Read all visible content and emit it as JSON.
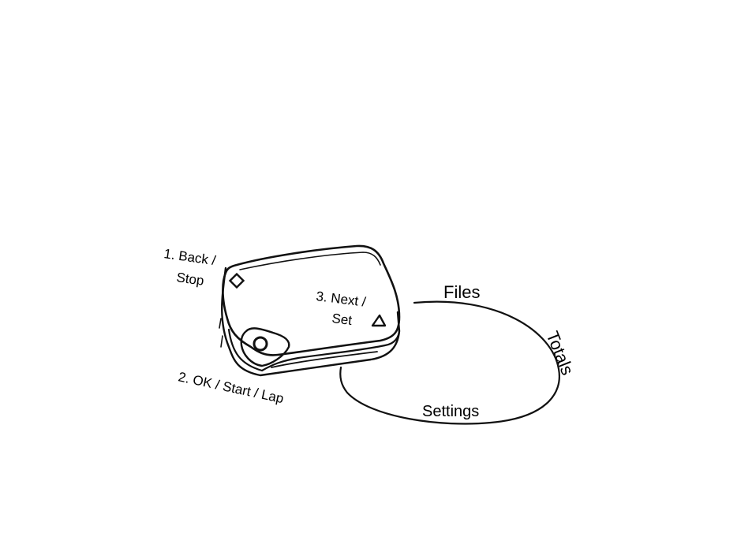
{
  "device": {
    "buttons": [
      {
        "label_line1": "1. Back /",
        "label_line2": "Stop",
        "icon": "diamond-icon"
      },
      {
        "label_line1": "2. OK / Start / Lap",
        "icon": "circle-icon"
      },
      {
        "label_line1": "3. Next /",
        "label_line2": "Set",
        "icon": "triangle-icon"
      }
    ]
  },
  "menu_cycle": {
    "items": [
      "Files",
      "Totals",
      "Settings"
    ]
  },
  "colors": {
    "ink": "#111111",
    "background": "#ffffff"
  }
}
